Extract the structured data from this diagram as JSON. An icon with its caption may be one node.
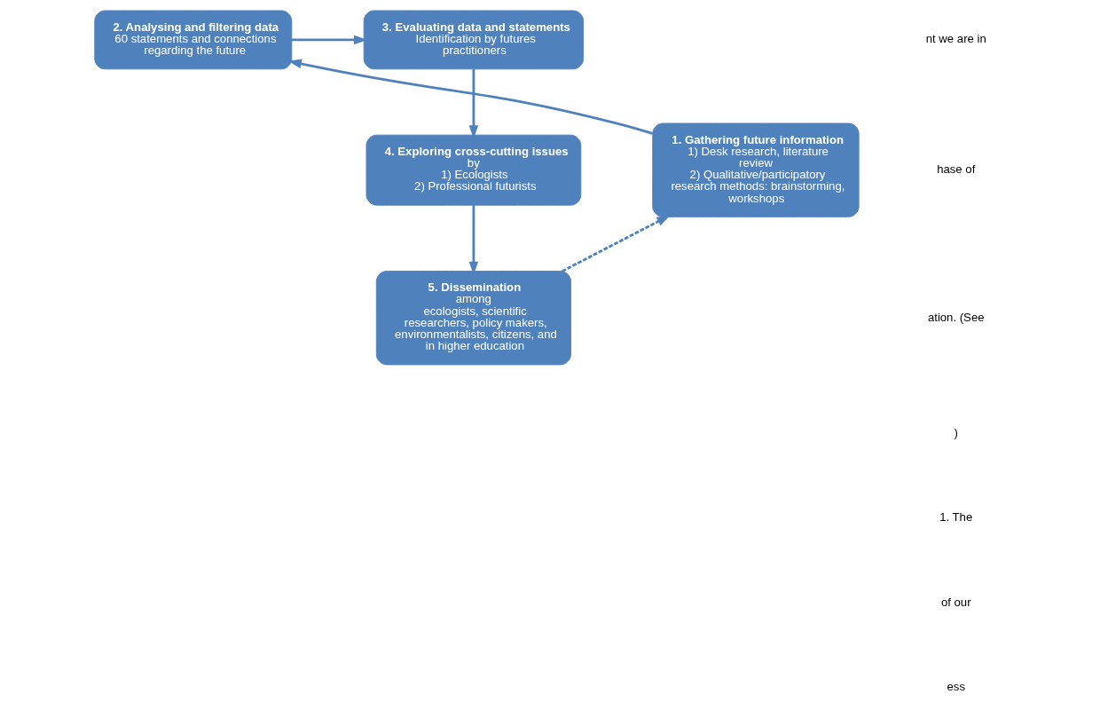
{
  "diagram": {
    "nodes": [
      {
        "text": [
          "1. Gathering future information",
          "1) Desk research, literature review",
          "2) Qualitative/participatory research methods: brainstorming, workshops"
        ]
      },
      {
        "text": [
          "2. Analysing and filtering data",
          "60 statements and connections regarding the future"
        ]
      },
      {
        "text": [
          "3. Evaluating data and statements",
          "Identification by futures practitioners"
        ]
      },
      {
        "text": [
          "4. Exploring cross-cutting issues",
          "by",
          "1) Ecologists",
          "2) Professional futurists"
        ]
      },
      {
        "text": [
          "5. Dissemination",
          "among",
          "ecologists, scientific researchers, policy makers, environmentalists, citizens, and in higher education"
        ]
      }
    ],
    "edges": [
      {
        "from": 0,
        "to": 1,
        "arrow": "to"
      },
      {
        "from": 1,
        "to": 2,
        "arrow": "to"
      },
      {
        "from": 2,
        "to": 3,
        "arrow": "to"
      },
      {
        "from": 3,
        "to": 4,
        "arrow": "to"
      },
      {
        "from": 4,
        "to": 0,
        "arrow": "to",
        "style": "dashed"
      }
    ],
    "labels": [
      "nt we are in",
      "hase of",
      "ation. (See",
      ")",
      "1. The",
      "of our",
      "ess"
    ]
  }
}
